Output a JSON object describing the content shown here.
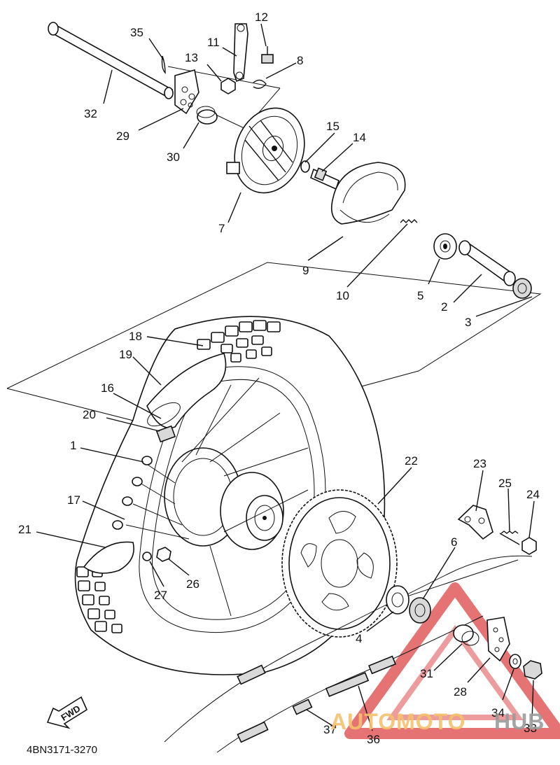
{
  "diagram": {
    "code": "4BN3171-3270",
    "fwd_label": "FWD",
    "watermark": {
      "text_auto": "AUTOMOTO",
      "text_hub": "HUB",
      "colors": {
        "auto": "#f5c16c",
        "hub": "#9a9a9a",
        "triangle": "#e05a5a"
      }
    },
    "callouts": [
      {
        "id": "p1",
        "label": "1"
      },
      {
        "id": "p2",
        "label": "2"
      },
      {
        "id": "p3",
        "label": "3"
      },
      {
        "id": "p4a",
        "label": "4"
      },
      {
        "id": "p4b",
        "label": "4"
      },
      {
        "id": "p5",
        "label": "5"
      },
      {
        "id": "p6",
        "label": "6"
      },
      {
        "id": "p7",
        "label": "7"
      },
      {
        "id": "p8",
        "label": "8"
      },
      {
        "id": "p9",
        "label": "9"
      },
      {
        "id": "p10",
        "label": "10"
      },
      {
        "id": "p11",
        "label": "11"
      },
      {
        "id": "p12",
        "label": "12"
      },
      {
        "id": "p13",
        "label": "13"
      },
      {
        "id": "p14",
        "label": "14"
      },
      {
        "id": "p15",
        "label": "15"
      },
      {
        "id": "p16",
        "label": "16"
      },
      {
        "id": "p17",
        "label": "17"
      },
      {
        "id": "p18",
        "label": "18"
      },
      {
        "id": "p19",
        "label": "19"
      },
      {
        "id": "p20",
        "label": "20"
      },
      {
        "id": "p21",
        "label": "21"
      },
      {
        "id": "p22",
        "label": "22"
      },
      {
        "id": "p23",
        "label": "23"
      },
      {
        "id": "p24",
        "label": "24"
      },
      {
        "id": "p25",
        "label": "25"
      },
      {
        "id": "p26",
        "label": "26"
      },
      {
        "id": "p27",
        "label": "27"
      },
      {
        "id": "p28",
        "label": "28"
      },
      {
        "id": "p29",
        "label": "29"
      },
      {
        "id": "p30",
        "label": "30"
      },
      {
        "id": "p31",
        "label": "31"
      },
      {
        "id": "p32",
        "label": "32"
      },
      {
        "id": "p33",
        "label": "33"
      },
      {
        "id": "p34",
        "label": "34"
      },
      {
        "id": "p35",
        "label": "35"
      },
      {
        "id": "p36",
        "label": "36"
      },
      {
        "id": "p37",
        "label": "37"
      }
    ]
  }
}
